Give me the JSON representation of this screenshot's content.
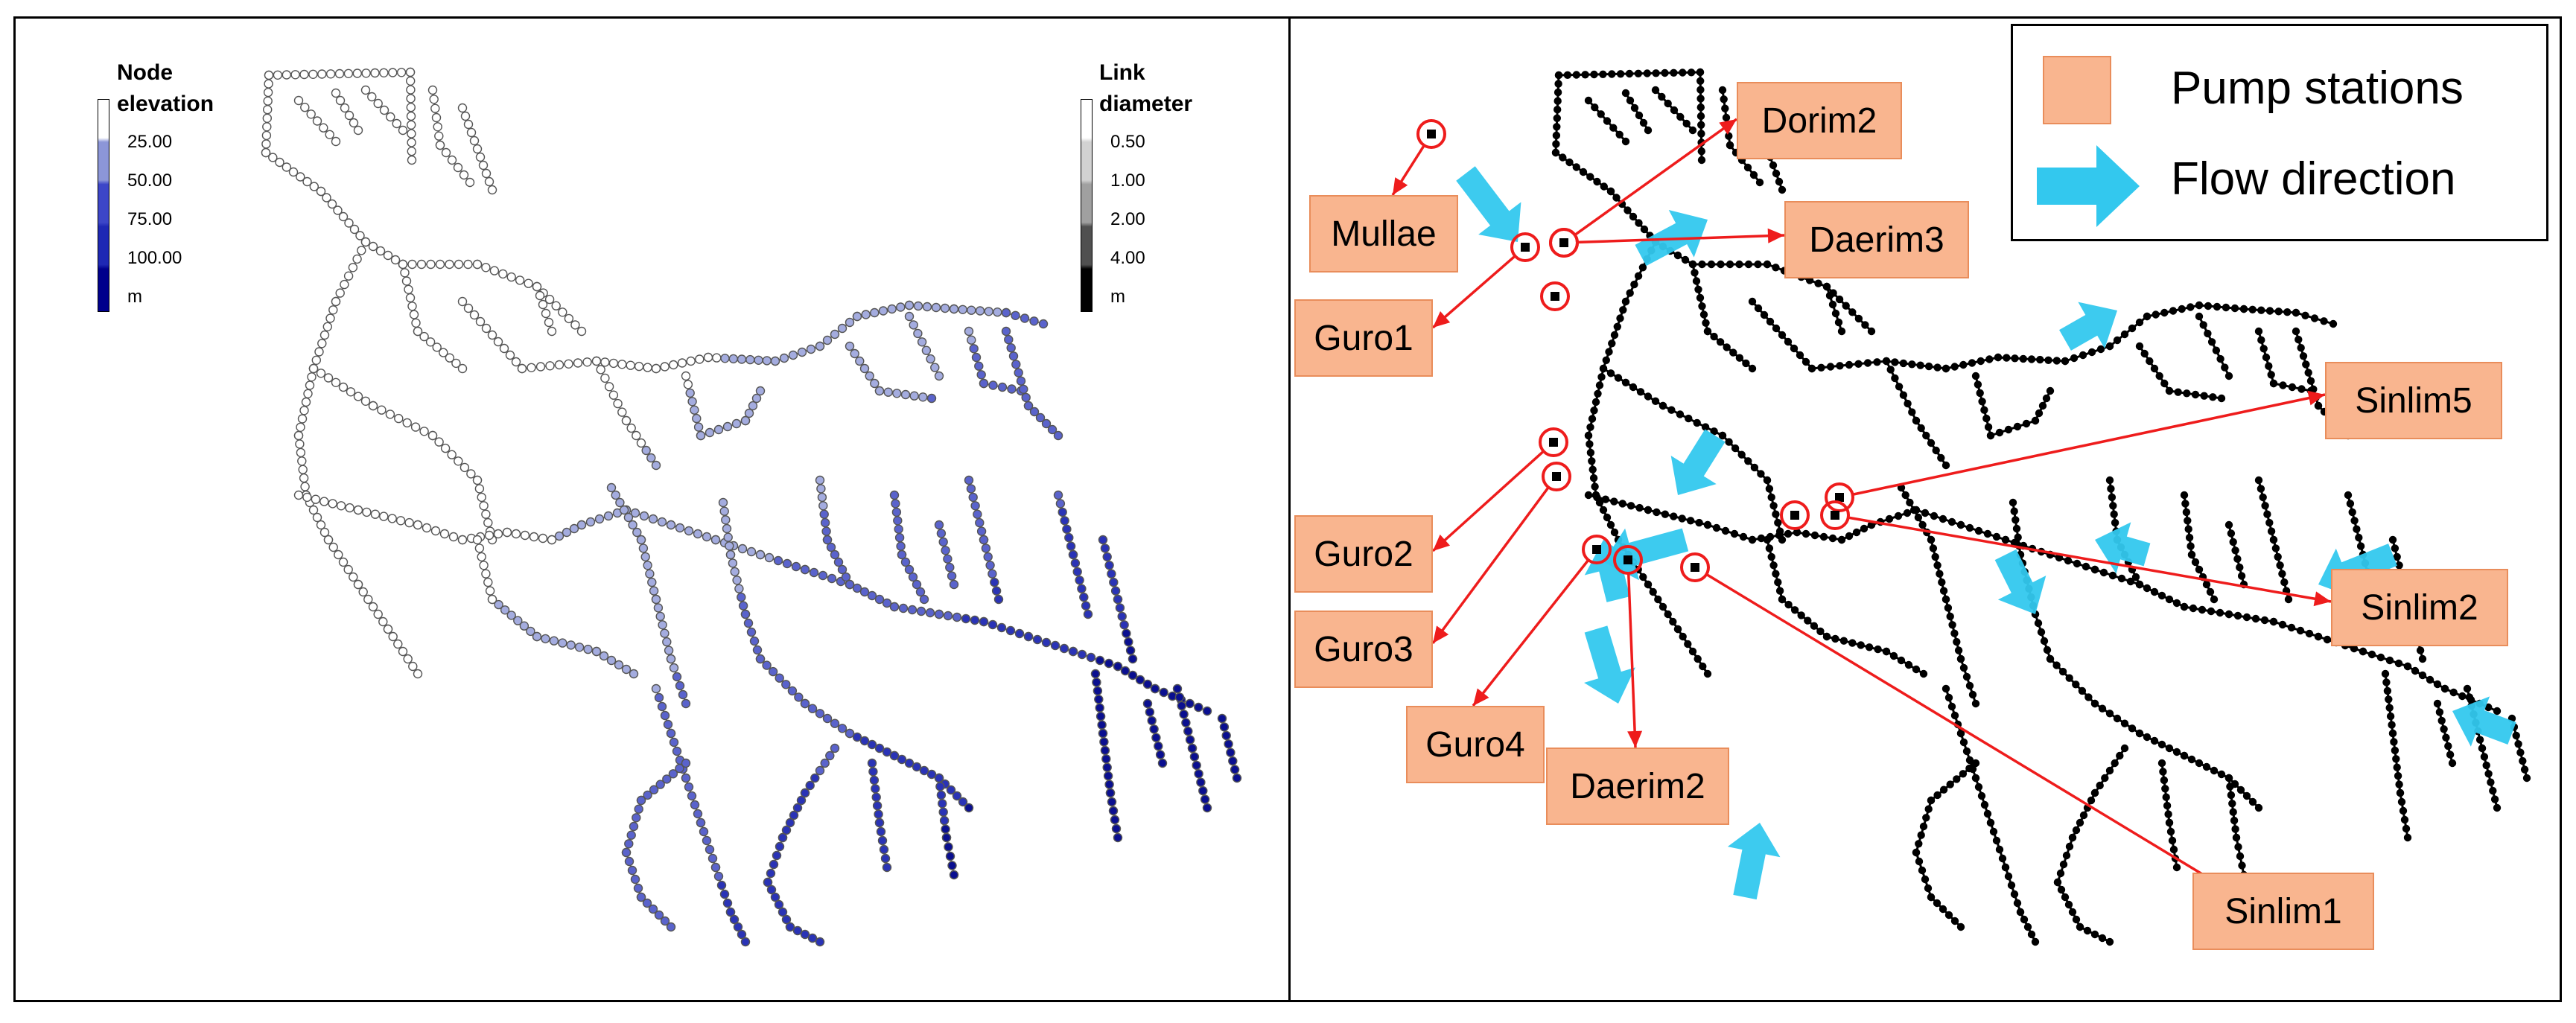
{
  "left_panel": {
    "node_legend": {
      "title": "Node\nelevation",
      "ticks": [
        "25.00",
        "50.00",
        "75.00",
        "100.00",
        "m"
      ],
      "colors": [
        "#ffffff",
        "#8c96d8",
        "#3c46c8",
        "#1e28b4",
        "#00008c"
      ]
    },
    "link_legend": {
      "title": "Link\ndiameter",
      "ticks": [
        "0.50",
        "1.00",
        "2.00",
        "4.00",
        "m"
      ],
      "colors": [
        "#ffffff",
        "#d2d2d2",
        "#a0a0a0",
        "#505050",
        "#000000"
      ]
    }
  },
  "right_panel": {
    "key": {
      "pump_label": "Pump stations",
      "flow_label": "Flow direction",
      "pump_color": "#f9b58f",
      "flow_color": "#33c8ee"
    },
    "pump_stations": [
      "Mullae",
      "Dorim2",
      "Daerim3",
      "Guro1",
      "Sinlim5",
      "Guro2",
      "Sinlim2",
      "Guro3",
      "Guro4",
      "Daerim2",
      "Sinlim1"
    ],
    "colors": {
      "callout_line": "#ee1c1c",
      "network": "#000000"
    }
  }
}
